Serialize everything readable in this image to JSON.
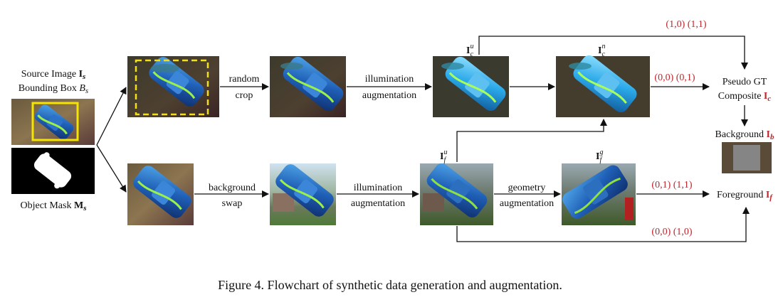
{
  "caption": "Figure 4. Flowchart of synthetic data generation and augmentation.",
  "source": {
    "line1": "Source Image ",
    "line1_sym": "I",
    "line1_sub": "s",
    "line2": "Bounding Box ",
    "line2_sym": "B",
    "line2_sub": "s"
  },
  "mask": {
    "text": "Object Mask ",
    "sym": "M",
    "sub": "s"
  },
  "ops": {
    "random_crop": [
      "random",
      "crop"
    ],
    "illum_top": [
      "illumination",
      "augmentation"
    ],
    "bg_swap": [
      "background",
      "swap"
    ],
    "illum_bottom": [
      "illumination",
      "augmentation"
    ],
    "geometry": [
      "geometry",
      "augmentation"
    ]
  },
  "image_labels": {
    "Icu": {
      "sym": "I",
      "sub": "c",
      "sup": "u"
    },
    "Icn": {
      "sym": "I",
      "sub": "c",
      "sup": "n"
    },
    "Ifu": {
      "sym": "I",
      "sub": "f",
      "sup": "u"
    },
    "Ifg": {
      "sym": "I",
      "sub": "f",
      "sup": "g"
    }
  },
  "codes": {
    "top_skip": "(1,0)  (1,1)",
    "top_main": "(0,0) (0,1)",
    "bottom_main": "(0,1) (1,1)",
    "bottom_skip": "(0,0) (1,0)"
  },
  "outputs": {
    "pseudo_gt": "Pseudo GT",
    "composite": "Composite ",
    "composite_sym": "I",
    "composite_sub": "c",
    "background": "Background ",
    "background_sym": "I",
    "background_sub": "b",
    "foreground": "Foreground ",
    "foreground_sym": "I",
    "foreground_sub": "f"
  },
  "colors": {
    "accent_red": "#c0262c",
    "bbox_yellow": "#f5e400",
    "crop_dash_yellow": "#f2df1a",
    "gray_bg": "#858585"
  }
}
